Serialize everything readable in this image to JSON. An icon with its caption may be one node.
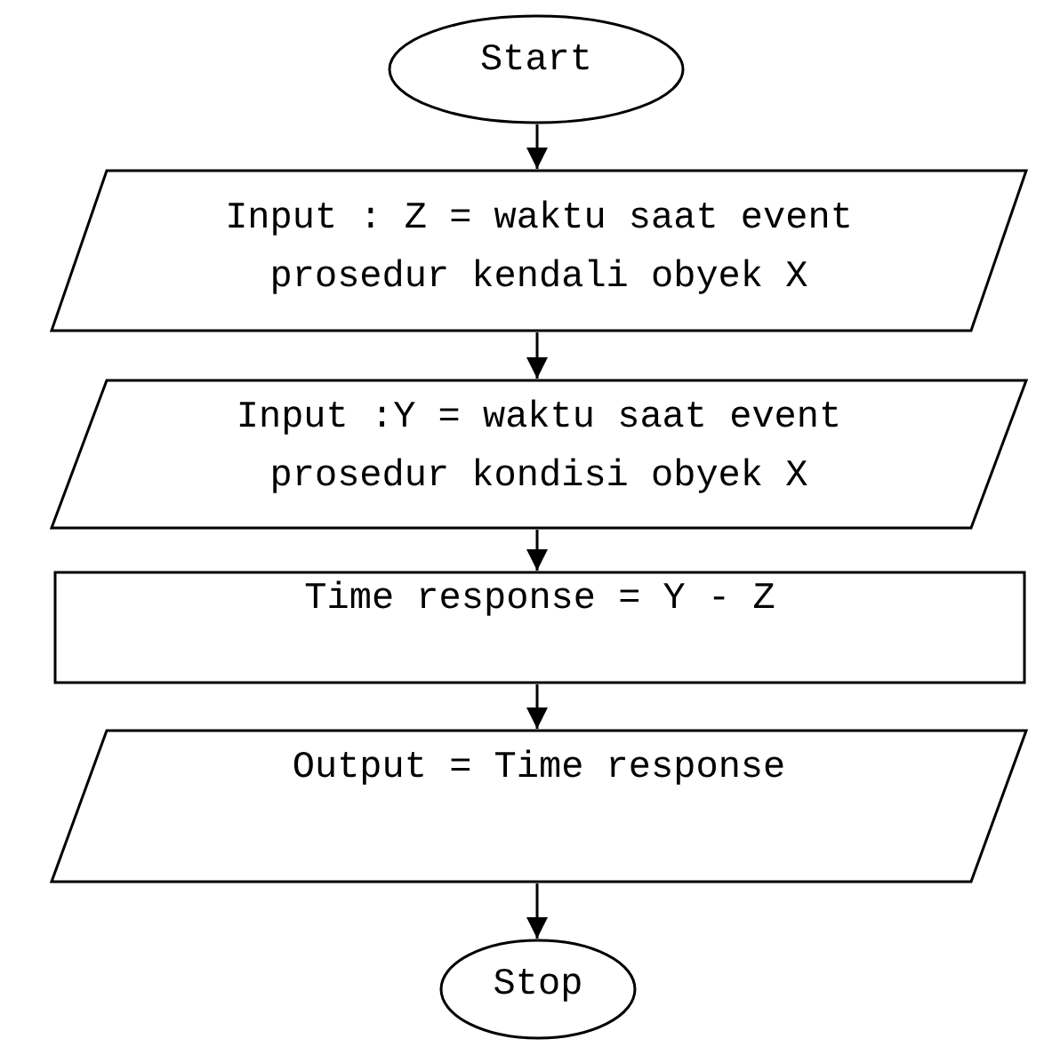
{
  "diagram": {
    "nodes": [
      {
        "text": [
          "Start"
        ]
      },
      {
        "text": [
          "Input : Z = waktu saat event prosedur kendali obyek X"
        ]
      },
      {
        "text": [
          "Input :Y = waktu saat event prosedur kondisi obyek X"
        ]
      },
      {
        "text": [
          "Time response = Y - Z"
        ]
      },
      {
        "text": [
          "Output = Time response"
        ]
      },
      {
        "text": [
          "Stop"
        ]
      }
    ],
    "edges": [
      {
        "from": 0,
        "to": 1,
        "arrow": "to"
      },
      {
        "from": 1,
        "to": 2,
        "arrow": "to"
      },
      {
        "from": 2,
        "to": 3,
        "arrow": "to"
      },
      {
        "from": 3,
        "to": 4,
        "arrow": "to"
      },
      {
        "from": 4,
        "to": 5,
        "arrow": "to"
      }
    ]
  }
}
